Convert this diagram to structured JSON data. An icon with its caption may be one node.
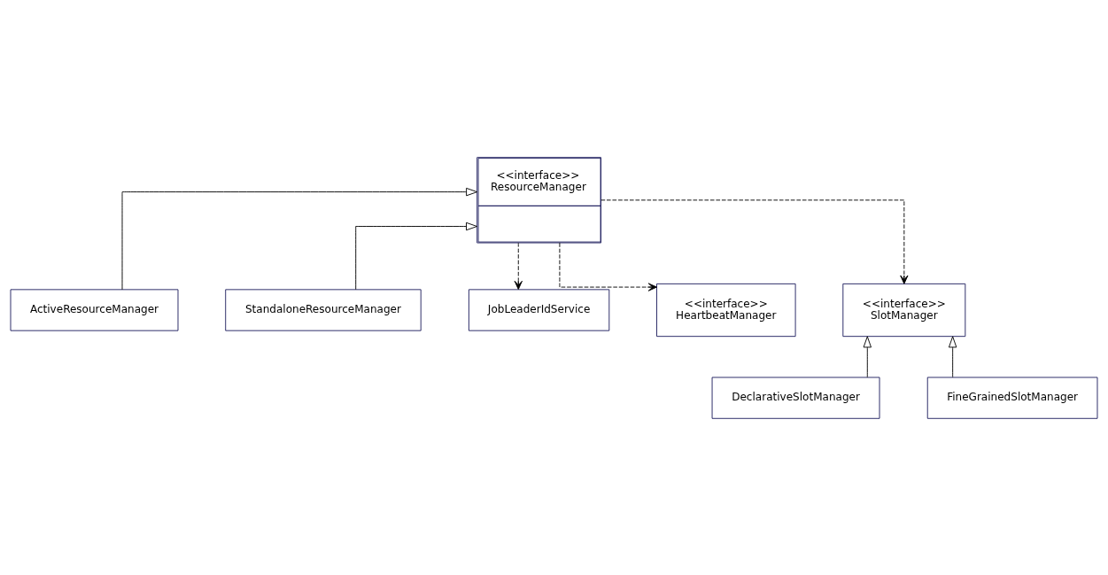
{
  "diagram": {
    "nodes": [
      {
        "text": [
          "<<interface>>",
          "ResourceManager"
        ]
      },
      {
        "text": [
          "ActiveResourceManager"
        ]
      },
      {
        "text": [
          "StandaloneResourceManager"
        ]
      },
      {
        "text": [
          "JobLeaderIdService"
        ]
      },
      {
        "text": [
          "<<interface>>",
          "HeartbeatManager"
        ]
      },
      {
        "text": [
          "<<interface>>",
          "SlotManager"
        ]
      },
      {
        "text": [
          "DeclarativeSlotManager"
        ]
      },
      {
        "text": [
          "FineGrainedSlotManager"
        ]
      }
    ],
    "edges": [
      {
        "from": 1,
        "to": 0,
        "arrow": "to"
      },
      {
        "from": 2,
        "to": 0,
        "arrow": "to"
      },
      {
        "from": 0,
        "to": 3,
        "arrow": "to",
        "style": "dashed"
      },
      {
        "from": 0,
        "to": 4,
        "arrow": "to",
        "style": "dashed"
      },
      {
        "from": 0,
        "to": 5,
        "arrow": "to",
        "style": "dashed"
      },
      {
        "from": 6,
        "to": 5,
        "arrow": "to"
      },
      {
        "from": 7,
        "to": 5,
        "arrow": "to"
      }
    ]
  }
}
